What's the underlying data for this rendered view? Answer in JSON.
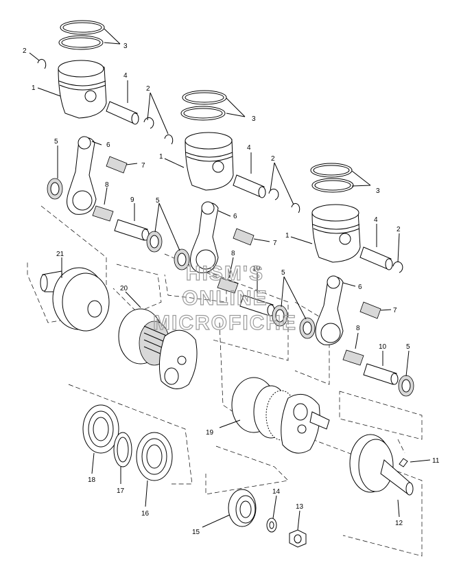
{
  "watermark": {
    "line1": "HISM'S",
    "line2": "ONLINE",
    "line3": "MICROFICHE"
  },
  "callouts": [
    {
      "id": "c-3a",
      "label": "3"
    },
    {
      "id": "c-2a",
      "label": "2"
    },
    {
      "id": "c-1a",
      "label": "1"
    },
    {
      "id": "c-4a",
      "label": "4"
    },
    {
      "id": "c-2b",
      "label": "2"
    },
    {
      "id": "c-3b",
      "label": "3"
    },
    {
      "id": "c-5a",
      "label": "5"
    },
    {
      "id": "c-6a",
      "label": "6"
    },
    {
      "id": "c-7a",
      "label": "7"
    },
    {
      "id": "c-1b",
      "label": "1"
    },
    {
      "id": "c-4b",
      "label": "4"
    },
    {
      "id": "c-2c",
      "label": "2"
    },
    {
      "id": "c-3c",
      "label": "3"
    },
    {
      "id": "c-8a",
      "label": "8"
    },
    {
      "id": "c-9",
      "label": "9"
    },
    {
      "id": "c-5b",
      "label": "5"
    },
    {
      "id": "c-6b",
      "label": "6"
    },
    {
      "id": "c-7b",
      "label": "7"
    },
    {
      "id": "c-1c",
      "label": "1"
    },
    {
      "id": "c-4c",
      "label": "4"
    },
    {
      "id": "c-2d",
      "label": "2"
    },
    {
      "id": "c-21",
      "label": "21"
    },
    {
      "id": "c-8b",
      "label": "8"
    },
    {
      "id": "c-10a",
      "label": "10"
    },
    {
      "id": "c-5c",
      "label": "5"
    },
    {
      "id": "c-20",
      "label": "20"
    },
    {
      "id": "c-6c",
      "label": "6"
    },
    {
      "id": "c-7c",
      "label": "7"
    },
    {
      "id": "c-8c",
      "label": "8"
    },
    {
      "id": "c-10b",
      "label": "10"
    },
    {
      "id": "c-5d",
      "label": "5"
    },
    {
      "id": "c-19",
      "label": "19"
    },
    {
      "id": "c-11",
      "label": "11"
    },
    {
      "id": "c-18",
      "label": "18"
    },
    {
      "id": "c-17",
      "label": "17"
    },
    {
      "id": "c-16",
      "label": "16"
    },
    {
      "id": "c-14",
      "label": "14"
    },
    {
      "id": "c-13",
      "label": "13"
    },
    {
      "id": "c-15",
      "label": "15"
    },
    {
      "id": "c-12",
      "label": "12"
    }
  ]
}
